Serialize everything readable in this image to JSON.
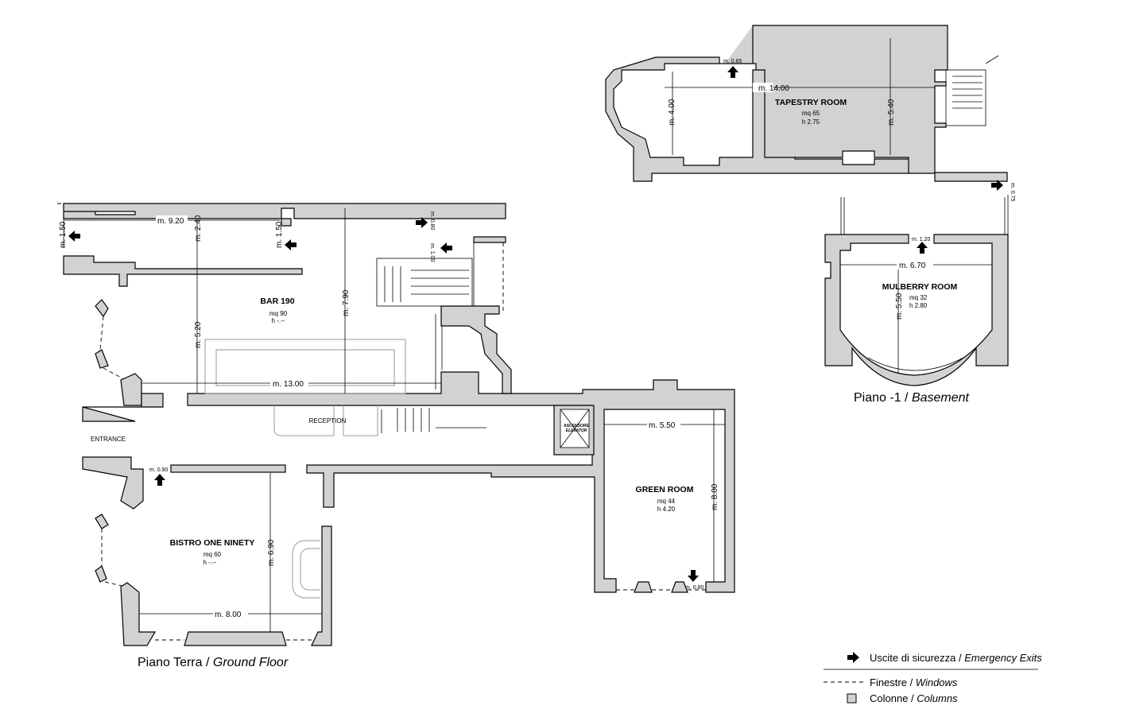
{
  "rooms": {
    "tapestry": {
      "name": "TAPESTRY ROOM",
      "area": "mq 65",
      "height": "h 2.75"
    },
    "mulberry": {
      "name": "MULBERRY ROOM",
      "area": "mq 32",
      "height": "h 2.80"
    },
    "bar": {
      "name": "BAR 190",
      "area": "mq 90",
      "height": "h -.--"
    },
    "bistro": {
      "name": "BISTRO ONE NINETY",
      "area": "mq 60",
      "height": "h -.--"
    },
    "green": {
      "name": "GREEN ROOM",
      "area": "mq 44",
      "height": "h 4.20"
    },
    "reception": "RECEPTION",
    "entrance": "ENTRANCE",
    "elevator_it": "ASCENSORE",
    "elevator_en": "ELEVATOR"
  },
  "dimensions": {
    "tapestry_len": "m. 14.00",
    "tapestry_w1": "m. 4.00",
    "tapestry_w2": "m. 5.40",
    "tapestry_exit": "m. 0.85",
    "basement_exit": "m. 0.75",
    "mulberry_exit": "m. 1.20",
    "mulberry_w": "m. 6.70",
    "mulberry_h": "m. 5.50",
    "bar_top": "m. 9.20",
    "bar_240": "m. 2.40",
    "bar_150a": "m. 1.50",
    "bar_150b": "m. 1.50",
    "bar_520": "m. 5.20",
    "bar_790": "m. 7.90",
    "bar_1300": "m. 13.00",
    "bar_080": "m. 0.80",
    "bar_100": "m. 1.00",
    "bistro_exit": "m. 0.90",
    "bistro_690": "m. 6.90",
    "bistro_800": "m. 8.00",
    "green_550": "m. 5.50",
    "green_800": "m. 8.00",
    "green_exit": "m. 0.80"
  },
  "captions": {
    "basement_it": "Piano -1 / ",
    "basement_en": "Basement",
    "ground_it": "Piano Terra / ",
    "ground_en": "Ground Floor"
  },
  "legend": {
    "exits_it": "Uscite di sicurezza / ",
    "exits_en": "Emergency Exits",
    "windows_it": "Finestre / ",
    "windows_en": "Windows",
    "columns_it": "Colonne / ",
    "columns_en": "Columns"
  },
  "colors": {
    "wall_fill": "#d2d2d2",
    "line": "#000000"
  },
  "icons": [
    "emergency-exit-arrow-icon",
    "window-dash-icon",
    "column-square-icon"
  ]
}
